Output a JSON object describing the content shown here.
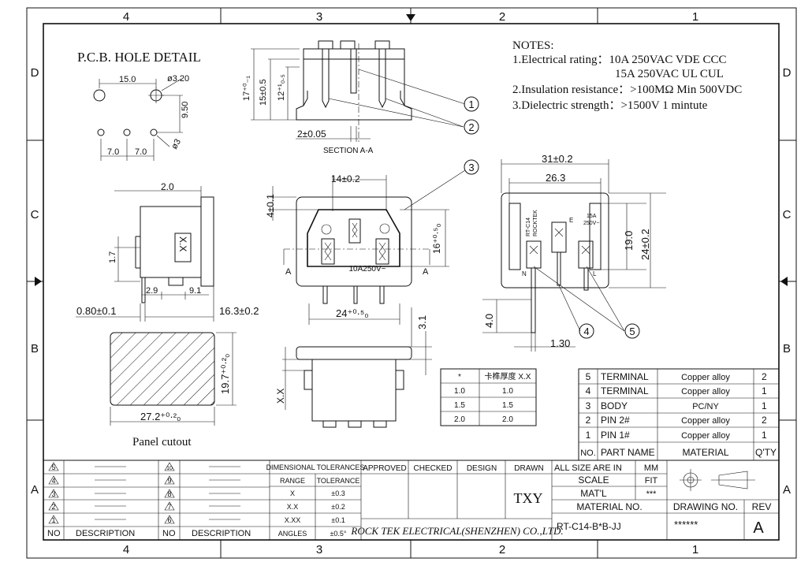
{
  "zone_cols": [
    "4",
    "3",
    "2",
    "1"
  ],
  "zone_rows": [
    "D",
    "C",
    "B",
    "A"
  ],
  "pcb": {
    "title": "P.C.B. HOLE DETAIL",
    "d1": "15.0",
    "d2": "ø3.20",
    "d3": "9.50",
    "d4": "7.0",
    "d5": "7.0",
    "d6": "ø3"
  },
  "section": {
    "d_h1": "17⁺⁰₋₁",
    "d_h2": "15±0.5",
    "d_h3": "12⁺¹₀.₅",
    "d_w": "2±0.05",
    "label": "SECTION  A-A",
    "c1": "1",
    "c2": "2"
  },
  "notes": {
    "title": "NOTES:",
    "line1": "1.Electrical rating：10A 250VAC   VDE CCC",
    "line2": "15A 250VAC    UL CUL",
    "line3": "2.Insulation resistance：>100MΩ  Min 500VDC",
    "line4": "3.Dielectric strength：>1500V 1 mintute"
  },
  "front": {
    "d_top": "14±0.2",
    "d_left": "4±0.1",
    "d_right": "16⁺⁰·⁵₀",
    "d_bottom": "24⁺⁰·⁵₀",
    "rating": "10A250V~",
    "sec_a1": "A",
    "sec_a2": "A",
    "c3": "3"
  },
  "side": {
    "d_top": "2.0",
    "d_17": "1.7",
    "d_29": "2.9",
    "d_91": "9.1",
    "d_080": "0.80±0.1",
    "d_163": "16.3±0.2",
    "mark": "X.X"
  },
  "rear": {
    "d_31": "31±0.2",
    "d_263": "26.3",
    "d_19": "19.0",
    "d_24": "24±0.2",
    "d_40": "4.0",
    "d_130": "1.30",
    "c4": "4",
    "c5": "5",
    "lbl_model": "RT-C14",
    "lbl_brand": "ROCKTEK",
    "lbl_e": "E",
    "lbl_15a": "15A",
    "lbl_250v": "250V~",
    "lbl_n": "N",
    "lbl_l": "L"
  },
  "panel": {
    "d_w": "27.2⁺⁰·²₀",
    "d_h": "19.7⁺⁰·²₀",
    "caption": "Panel cutout"
  },
  "bottom_view": {
    "d_31": "3.1",
    "d_xx": "X.X"
  },
  "thickness_table": {
    "headers": [
      "*",
      "卡榫厚度 X.X"
    ],
    "rows": [
      [
        "1.0",
        "1.0"
      ],
      [
        "1.5",
        "1.5"
      ],
      [
        "2.0",
        "2.0"
      ]
    ]
  },
  "bom": {
    "rows": [
      [
        "5",
        "TERMINAL",
        "Copper alloy",
        "2"
      ],
      [
        "4",
        "TERMINAL",
        "Copper alloy",
        "1"
      ],
      [
        "3",
        "BODY",
        "PC/NY",
        "1"
      ],
      [
        "2",
        "PIN 2#",
        "Copper alloy",
        "2"
      ],
      [
        "1",
        "PIN 1#",
        "Copper alloy",
        "1"
      ]
    ],
    "headers": [
      "NO.",
      "PART NAME",
      "MATERIAL",
      "Q'TY"
    ]
  },
  "rev_blocks": {
    "left_nums": [
      "5",
      "4",
      "3",
      "2",
      "1"
    ],
    "right_nums": [
      "10",
      "9",
      "8",
      "7",
      "6"
    ],
    "no": "NO",
    "description": "DESCRIPTION"
  },
  "tolerances": {
    "title": "DIMENSIONAL TOLERANCES",
    "range": "RANGE",
    "tolerance": "TOLERANCE",
    "rows": [
      [
        "X",
        "±0.3"
      ],
      [
        "X.X",
        "±0.2"
      ],
      [
        "X.XX",
        "±0.1"
      ],
      [
        "ANGLES",
        "±0.5°"
      ]
    ]
  },
  "approvals": {
    "approved": "APPROVED",
    "checked": "CHECKED",
    "design": "DESIGN",
    "drawn": "DRAWN",
    "drawn_by": "TXY"
  },
  "company": "ROCK TEK ELECTRICAL(SHENZHEN) CO.,LTD.",
  "title_block": {
    "all_size": "ALL SIZE ARE IN",
    "unit": "MM",
    "scale": "SCALE",
    "scale_val": "FIT",
    "matl": "MAT'L",
    "matl_val": "***",
    "material_no": "MATERIAL NO.",
    "part_no": "RT-C14-B*B-JJ",
    "drawing_no": "DRAWING NO.",
    "drawing_val": "******",
    "rev": "REV",
    "rev_val": "A"
  },
  "colors": {
    "ink": "#111111",
    "paper": "#ffffff"
  }
}
